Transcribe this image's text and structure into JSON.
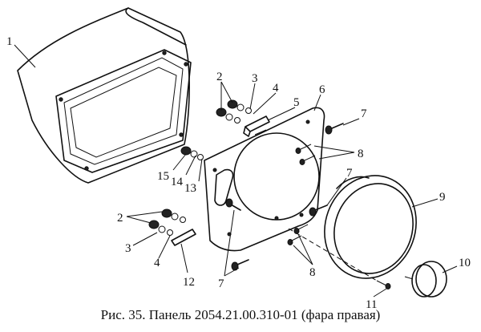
{
  "callouts": {
    "c1": "1",
    "c2a": "2",
    "c3a": "3",
    "c4a": "4",
    "c5": "5",
    "c6": "6",
    "c7a": "7",
    "c8a": "8",
    "c15": "15",
    "c14": "14",
    "c13": "13",
    "c7b": "7",
    "c9": "9",
    "c2b": "2",
    "c3b": "3",
    "c4b": "4",
    "c12": "12",
    "c7c": "7",
    "c8b": "8",
    "c11": "11",
    "c10": "10"
  },
  "caption": "Рис. 35. Панель 2054.21.00.310-01 (фара правая)"
}
